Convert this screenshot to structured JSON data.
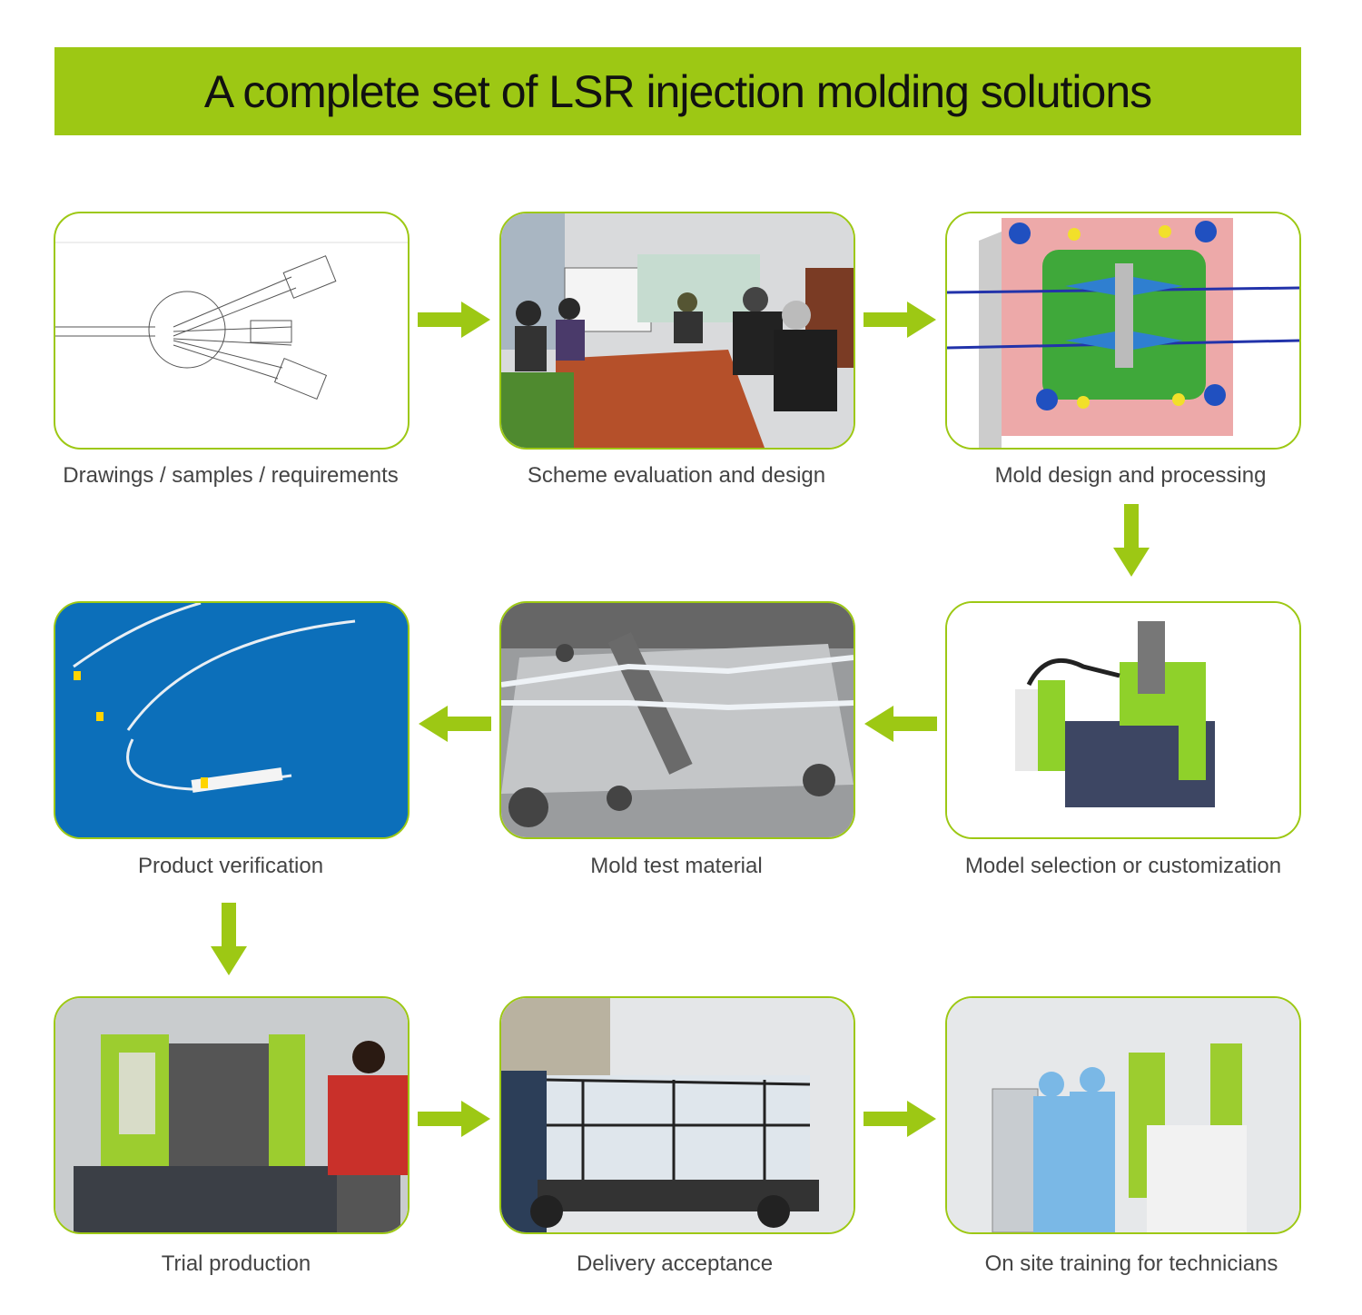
{
  "title": "A complete set of LSR injection molding solutions",
  "accent_color": "#9dc814",
  "steps": [
    {
      "label": "Drawings / samples / requirements",
      "icon": "technical-drawing"
    },
    {
      "label": "Scheme evaluation and design",
      "icon": "meeting-photo"
    },
    {
      "label": "Mold design and processing",
      "icon": "mold-cad"
    },
    {
      "label": "Model selection or customization",
      "icon": "injection-machine"
    },
    {
      "label": "Mold test material",
      "icon": "mold-photo"
    },
    {
      "label": "Product verification",
      "icon": "catheter-product"
    },
    {
      "label": "Trial production",
      "icon": "production-photo"
    },
    {
      "label": "Delivery acceptance",
      "icon": "truck-photo"
    },
    {
      "label": "On site training for technicians",
      "icon": "training-photo"
    }
  ]
}
